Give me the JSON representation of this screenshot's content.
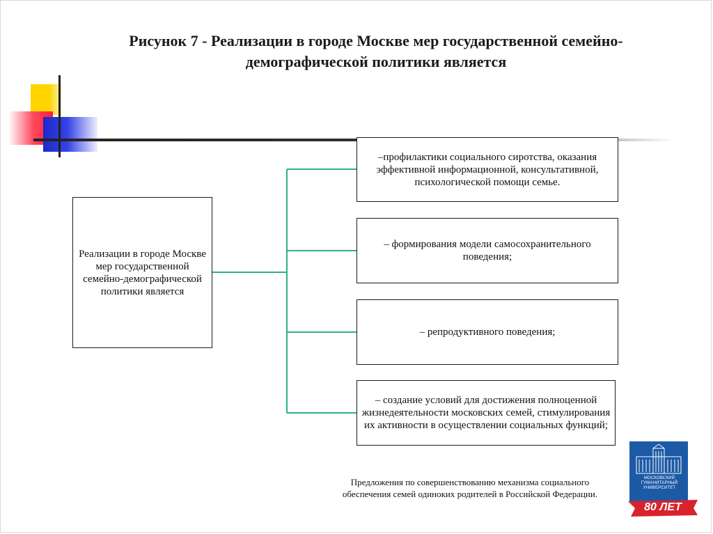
{
  "title": {
    "line1": "Рисунок  7 - Реализации в городе Москве мер государственной семейно-",
    "line2": "демографической политики является"
  },
  "diagram": {
    "root": "Реализации в городе Москве мер государственной семейно-демографической политики является",
    "items": [
      "–профилактики социального сиротства, оказания эффективной информационной, консультативной, психологической помощи семье.",
      "– формирования модели самосохранительного поведения;",
      "– репродуктивного поведения;",
      "– создание условий для достижения полноценной жизнедеятельности московских семей, стимулирования их активности в осуществлении социальных функций;"
    ]
  },
  "footer": {
    "line1": "Предложения по совершенствованию механизма социального",
    "line2": "обеспечения семей одиноких родителей в Российской Федерации."
  },
  "logo": {
    "text": "МОСКОВСКИЙ ГУМАНИТАРНЫЙ УНИВЕРСИТЕТ",
    "badge": "80 ЛЕТ"
  },
  "colors": {
    "connector": "#2db37a",
    "logo_blue": "#1c5aa6",
    "logo_red": "#d8232a"
  }
}
